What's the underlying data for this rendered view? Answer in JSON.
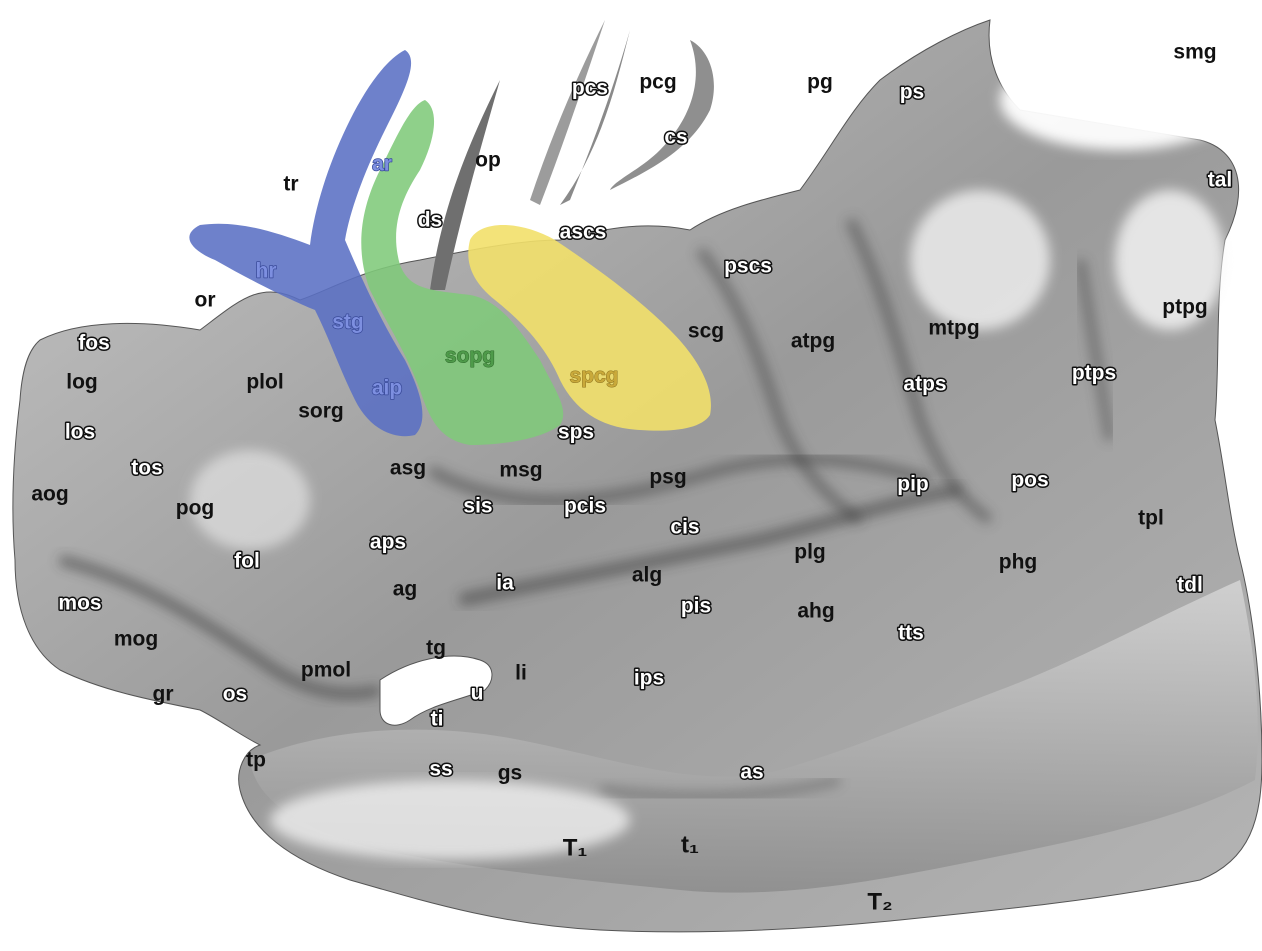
{
  "diagram": {
    "highlight_colors": {
      "blue": "#5a6fc4",
      "green": "#7fc97a",
      "yellow": "#f2e06a"
    },
    "labels": [
      {
        "id": "smg",
        "text": "smg",
        "style": "dark"
      },
      {
        "id": "pcs",
        "text": "pcs",
        "style": "outline"
      },
      {
        "id": "pcg",
        "text": "pcg",
        "style": "dark"
      },
      {
        "id": "pg",
        "text": "pg",
        "style": "dark"
      },
      {
        "id": "ps",
        "text": "ps",
        "style": "outline"
      },
      {
        "id": "cs",
        "text": "cs",
        "style": "outline"
      },
      {
        "id": "ar",
        "text": "ar",
        "style": "blue"
      },
      {
        "id": "op",
        "text": "op",
        "style": "dark"
      },
      {
        "id": "tr",
        "text": "tr",
        "style": "dark"
      },
      {
        "id": "tal",
        "text": "tal",
        "style": "outline"
      },
      {
        "id": "ds",
        "text": "ds",
        "style": "outline"
      },
      {
        "id": "ascs",
        "text": "ascs",
        "style": "outline"
      },
      {
        "id": "hr",
        "text": "hr",
        "style": "blue"
      },
      {
        "id": "pscs",
        "text": "pscs",
        "style": "outline"
      },
      {
        "id": "or",
        "text": "or",
        "style": "dark"
      },
      {
        "id": "ptpg",
        "text": "ptpg",
        "style": "dark"
      },
      {
        "id": "stg",
        "text": "stg",
        "style": "blue"
      },
      {
        "id": "mtpg",
        "text": "mtpg",
        "style": "dark"
      },
      {
        "id": "scg",
        "text": "scg",
        "style": "dark"
      },
      {
        "id": "atpg",
        "text": "atpg",
        "style": "dark"
      },
      {
        "id": "fos",
        "text": "fos",
        "style": "outline"
      },
      {
        "id": "sopg",
        "text": "sopg",
        "style": "green"
      },
      {
        "id": "log",
        "text": "log",
        "style": "dark"
      },
      {
        "id": "plol",
        "text": "plol",
        "style": "dark"
      },
      {
        "id": "aip",
        "text": "aip",
        "style": "blue"
      },
      {
        "id": "spcg",
        "text": "spcg",
        "style": "yellow"
      },
      {
        "id": "ptps",
        "text": "ptps",
        "style": "outline"
      },
      {
        "id": "atps",
        "text": "atps",
        "style": "outline"
      },
      {
        "id": "sorg",
        "text": "sorg",
        "style": "dark"
      },
      {
        "id": "los",
        "text": "los",
        "style": "outline"
      },
      {
        "id": "sps",
        "text": "sps",
        "style": "outline"
      },
      {
        "id": "tos",
        "text": "tos",
        "style": "outline"
      },
      {
        "id": "asg",
        "text": "asg",
        "style": "dark"
      },
      {
        "id": "msg",
        "text": "msg",
        "style": "dark"
      },
      {
        "id": "psg",
        "text": "psg",
        "style": "dark"
      },
      {
        "id": "pip",
        "text": "pip",
        "style": "outline"
      },
      {
        "id": "pos",
        "text": "pos",
        "style": "outline"
      },
      {
        "id": "aog",
        "text": "aog",
        "style": "dark"
      },
      {
        "id": "pog",
        "text": "pog",
        "style": "dark"
      },
      {
        "id": "sis",
        "text": "sis",
        "style": "outline"
      },
      {
        "id": "pcis",
        "text": "pcis",
        "style": "outline"
      },
      {
        "id": "cis",
        "text": "cis",
        "style": "outline"
      },
      {
        "id": "tpl",
        "text": "tpl",
        "style": "dark"
      },
      {
        "id": "aps",
        "text": "aps",
        "style": "outline"
      },
      {
        "id": "fol",
        "text": "fol",
        "style": "outline"
      },
      {
        "id": "plg",
        "text": "plg",
        "style": "dark"
      },
      {
        "id": "phg",
        "text": "phg",
        "style": "dark"
      },
      {
        "id": "ia",
        "text": "ia",
        "style": "outline"
      },
      {
        "id": "alg",
        "text": "alg",
        "style": "dark"
      },
      {
        "id": "ag",
        "text": "ag",
        "style": "dark"
      },
      {
        "id": "tdl",
        "text": "tdl",
        "style": "outline"
      },
      {
        "id": "mos",
        "text": "mos",
        "style": "outline"
      },
      {
        "id": "pis",
        "text": "pis",
        "style": "outline"
      },
      {
        "id": "ahg",
        "text": "ahg",
        "style": "dark"
      },
      {
        "id": "mog",
        "text": "mog",
        "style": "dark"
      },
      {
        "id": "tts",
        "text": "tts",
        "style": "outline"
      },
      {
        "id": "tg",
        "text": "tg",
        "style": "dark"
      },
      {
        "id": "pmol",
        "text": "pmol",
        "style": "dark"
      },
      {
        "id": "li",
        "text": "li",
        "style": "dark"
      },
      {
        "id": "ips",
        "text": "ips",
        "style": "outline"
      },
      {
        "id": "gr",
        "text": "gr",
        "style": "dark"
      },
      {
        "id": "os",
        "text": "os",
        "style": "outline"
      },
      {
        "id": "u",
        "text": "u",
        "style": "outline"
      },
      {
        "id": "ti",
        "text": "ti",
        "style": "outline"
      },
      {
        "id": "tp",
        "text": "tp",
        "style": "dark"
      },
      {
        "id": "ss",
        "text": "ss",
        "style": "outline"
      },
      {
        "id": "gs",
        "text": "gs",
        "style": "dark"
      },
      {
        "id": "as",
        "text": "as",
        "style": "outline"
      },
      {
        "id": "T1",
        "text": "T₁",
        "style": "dark"
      },
      {
        "id": "t1",
        "text": "t₁",
        "style": "dark"
      },
      {
        "id": "T2",
        "text": "T₂",
        "style": "dark"
      }
    ]
  }
}
